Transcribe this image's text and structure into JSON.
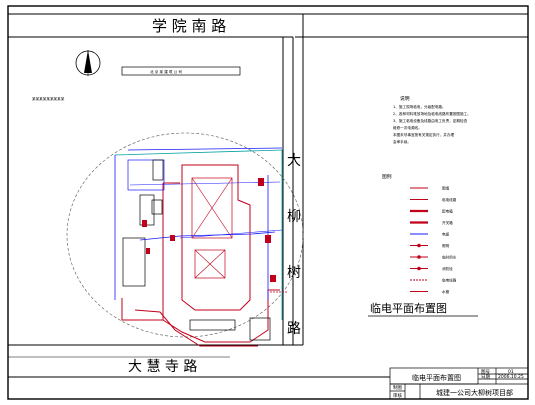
{
  "roads": {
    "north": "学 院 南 路",
    "east_1": "大",
    "east_2": "柳",
    "east_3": "树",
    "east_4": "路",
    "south": "大 慧 寺 路"
  },
  "company_box_label": "北 京 某 建 筑 公 司",
  "small_note": "某某某某某某某某某",
  "notes": {
    "heading": "说明",
    "lines": [
      "1、施工现场临电，分级配电箱。",
      "2、各种材料堆放场地及临电线路布置按图施工。",
      "3、施工临电设备及线路由电工负责，定期检查",
      "维修一次电源线。",
      "   本图未尽事宜按有关规定执行，并办理",
      "会审手续。"
    ]
  },
  "legend": {
    "title": "图例",
    "items": [
      {
        "label": "围墙",
        "color": "#c0001a"
      },
      {
        "label": "临电线路",
        "color": "#c0001a"
      },
      {
        "label": "配电箱",
        "color": "#c0001a"
      },
      {
        "label": "开关箱",
        "color": "#c0001a"
      },
      {
        "label": "电缆",
        "color": "#1a1aff"
      },
      {
        "label": "照明",
        "color": "#c0001a"
      },
      {
        "label": "临时用水",
        "color": "#c0001a"
      },
      {
        "label": "消防栓",
        "color": "#c0001a"
      },
      {
        "label": "临电线路",
        "color": "#c0001a"
      },
      {
        "label": "水管",
        "color": "#c0001a"
      }
    ]
  },
  "plan_title": "临电平面布置图",
  "title_block": {
    "drawing_name": "临电平面布置图",
    "project": "城建一公司大柳树项目部",
    "row_labels": [
      "制图",
      "审核"
    ],
    "field_labels": [
      "图号",
      "日期"
    ],
    "field_values": [
      "01",
      "2006.10.25"
    ]
  },
  "colors": {
    "wall": "#c0001a",
    "cable": "#1a1aff",
    "teal": "#00a0a0",
    "ink": "#000000"
  }
}
